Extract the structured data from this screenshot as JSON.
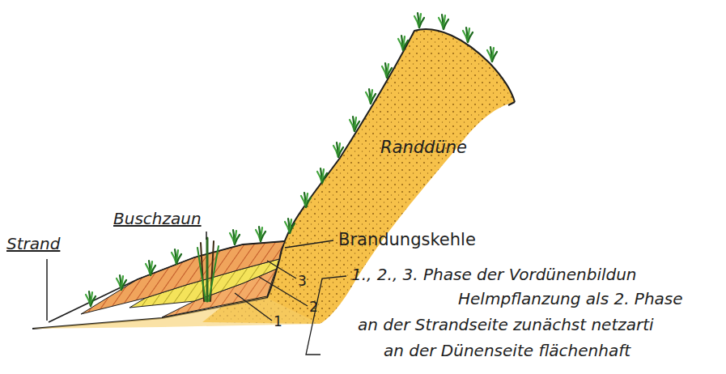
{
  "diagram": {
    "labels": [
      "Randdüne",
      "Buschzaun",
      "Brandungskehle",
      "Strand",
      "3",
      "2",
      "1",
      "1., 2., 3. Phase der Vordünenbildun",
      "Helmpflanzung als 2. Phase",
      "an der Strandseite zunächst netzarti",
      "an der Dünenseite flächenhaft"
    ]
  }
}
